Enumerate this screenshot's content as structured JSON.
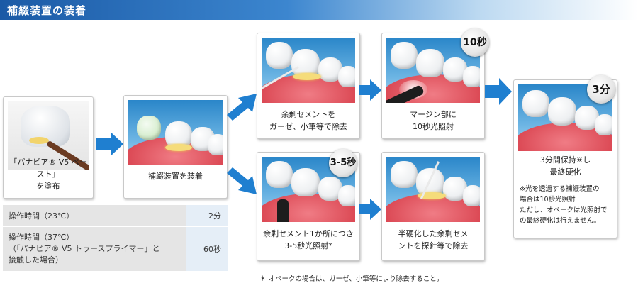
{
  "header": {
    "title": "補綴装置の装着"
  },
  "steps": {
    "paste": {
      "lines": [
        "「パナピア® V5 ペースト」",
        "を塗布"
      ]
    },
    "seat": {
      "lines": [
        "補綴装置を装着"
      ]
    },
    "remove_top": {
      "lines": [
        "余剰セメントを",
        "ガーゼ、小筆等で除去"
      ]
    },
    "margin_light": {
      "lines": [
        "マージン部に",
        "10秒光照射"
      ],
      "badge": "10秒"
    },
    "tack_cure": {
      "lines": [
        "余剰セメント1か所につき",
        "3-5秒光照射*"
      ],
      "badge": "3-5秒"
    },
    "remove_bottom": {
      "lines": [
        "半硬化した余剰セメ",
        "ントを探針等で除去"
      ]
    },
    "final": {
      "lines": [
        "3分間保持※し",
        "最終硬化"
      ],
      "notes": [
        "※光を透過する補綴装置の",
        "場合は10秒光照射",
        "ただし、オペークは光照射で",
        "の最終硬化は行えません。"
      ],
      "badge": "3分"
    }
  },
  "table": {
    "rows": [
      {
        "label": [
          "操作時間（23℃）"
        ],
        "value": "2分"
      },
      {
        "label": [
          "操作時間（37℃）",
          "（「パナピア® V5 トゥースプライマー」と",
          "接触した場合）"
        ],
        "value": "60秒"
      }
    ]
  },
  "footnote": "＊ オペークの場合は、ガーゼ、小筆等により除去すること。",
  "colors": {
    "arrow": "#1f7fd0",
    "header": "#1b5aa6",
    "table_label_bg": "#e5e5e5",
    "table_value_bg": "#e5eef7"
  }
}
